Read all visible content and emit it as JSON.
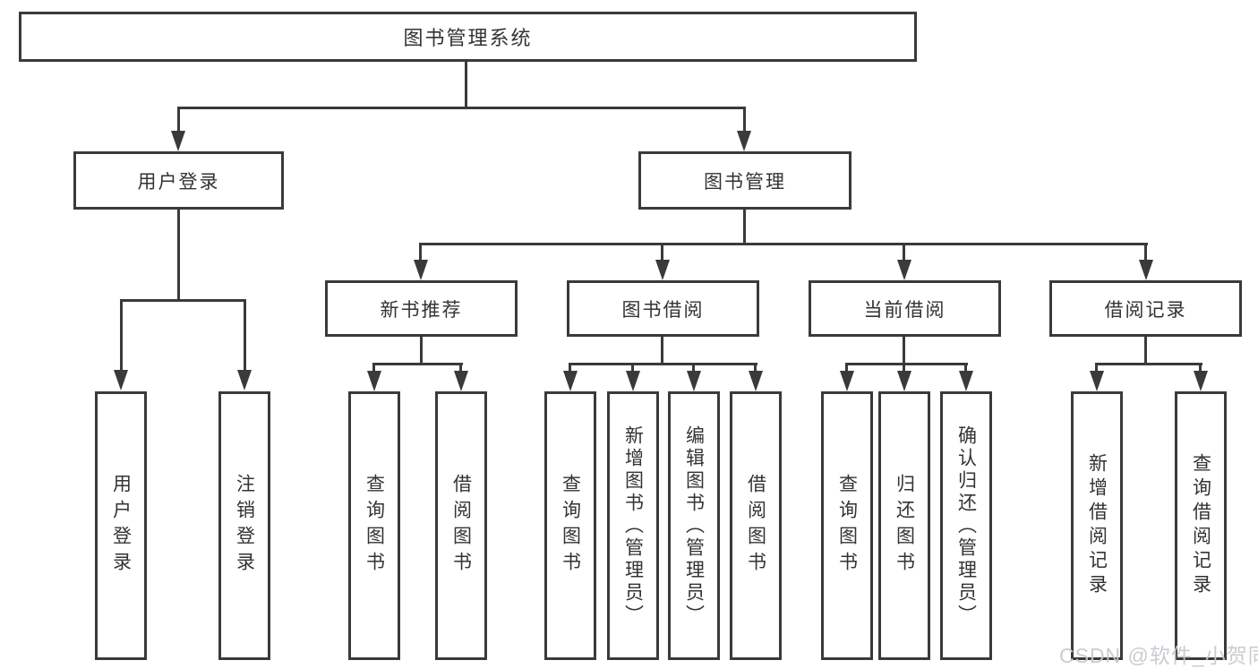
{
  "tree": {
    "label": "图书管理系统",
    "children": [
      {
        "label": "用户登录",
        "children": [
          {
            "label": "用户登录"
          },
          {
            "label": "注销登录"
          }
        ]
      },
      {
        "label": "图书管理",
        "children": [
          {
            "label": "新书推荐",
            "children": [
              {
                "label": "查询图书"
              },
              {
                "label": "借阅图书"
              }
            ]
          },
          {
            "label": "图书借阅",
            "children": [
              {
                "label": "查询图书"
              },
              {
                "label": "新增图书（管理员）"
              },
              {
                "label": "编辑图书（管理员）"
              },
              {
                "label": "借阅图书"
              }
            ]
          },
          {
            "label": "当前借阅",
            "children": [
              {
                "label": "查询图书"
              },
              {
                "label": "归还图书"
              },
              {
                "label": "确认归还（管理员）"
              }
            ]
          },
          {
            "label": "借阅记录",
            "children": [
              {
                "label": "新增借阅记录"
              },
              {
                "label": "查询借阅记录"
              }
            ]
          }
        ]
      }
    ]
  },
  "watermark": {
    "text": "CSDN @软件_小贺同学"
  },
  "colors": {
    "background": "#ffffff",
    "line": "#3a3a3a",
    "text": "#333333",
    "watermark": "#c7cacf"
  }
}
